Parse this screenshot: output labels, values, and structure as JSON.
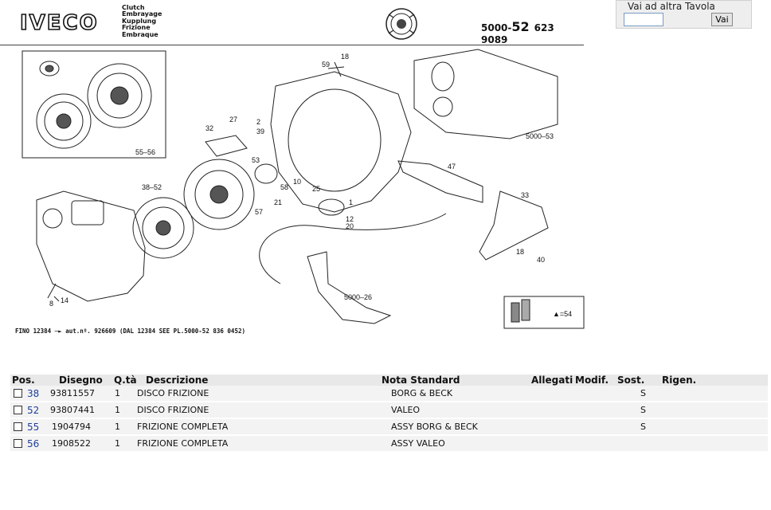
{
  "header": {
    "brand": "IVECO",
    "languages": [
      "Clutch",
      "Embrayage",
      "Kupplung",
      "Frizione",
      "Embraque"
    ],
    "table_prefix": "5000-",
    "table_number": "52",
    "table_code": "623 9089"
  },
  "goto": {
    "title": "Vai ad altra Tavola",
    "input_value": "",
    "button_label": "Vai"
  },
  "drawing": {
    "callouts": [
      "59",
      "18",
      "27",
      "2",
      "32",
      "39",
      "53",
      "38–52",
      "10",
      "58",
      "25",
      "1",
      "21",
      "57",
      "12",
      "20",
      "55–56",
      "47",
      "33",
      "5000–53",
      "18",
      "40",
      "8",
      "14",
      "5000–26",
      "▲=54"
    ],
    "footnote": "FINO 12384 ─► aut.nº. 926609 (DAL 12384 SEE PL.5000-52 836 0452)"
  },
  "table": {
    "columns": [
      "Pos.",
      "Disegno",
      "Q.tà",
      "Descrizione",
      "Nota Standard",
      "Allegati",
      "Modif.",
      "Sost.",
      "Rigen."
    ],
    "rows": [
      {
        "pos": "38",
        "disegno": "93811557",
        "qta": "1",
        "descrizione": "DISCO FRIZIONE",
        "nota": "BORG & BECK",
        "sost": "S"
      },
      {
        "pos": "52",
        "disegno": "93807441",
        "qta": "1",
        "descrizione": "DISCO FRIZIONE",
        "nota": "VALEO",
        "sost": "S"
      },
      {
        "pos": "55",
        "disegno": "1904794",
        "qta": "1",
        "descrizione": "FRIZIONE COMPLETA",
        "nota": "ASSY BORG & BECK",
        "sost": "S"
      },
      {
        "pos": "56",
        "disegno": "1908522",
        "qta": "1",
        "descrizione": "FRIZIONE COMPLETA",
        "nota": "ASSY VALEO",
        "sost": ""
      }
    ]
  }
}
